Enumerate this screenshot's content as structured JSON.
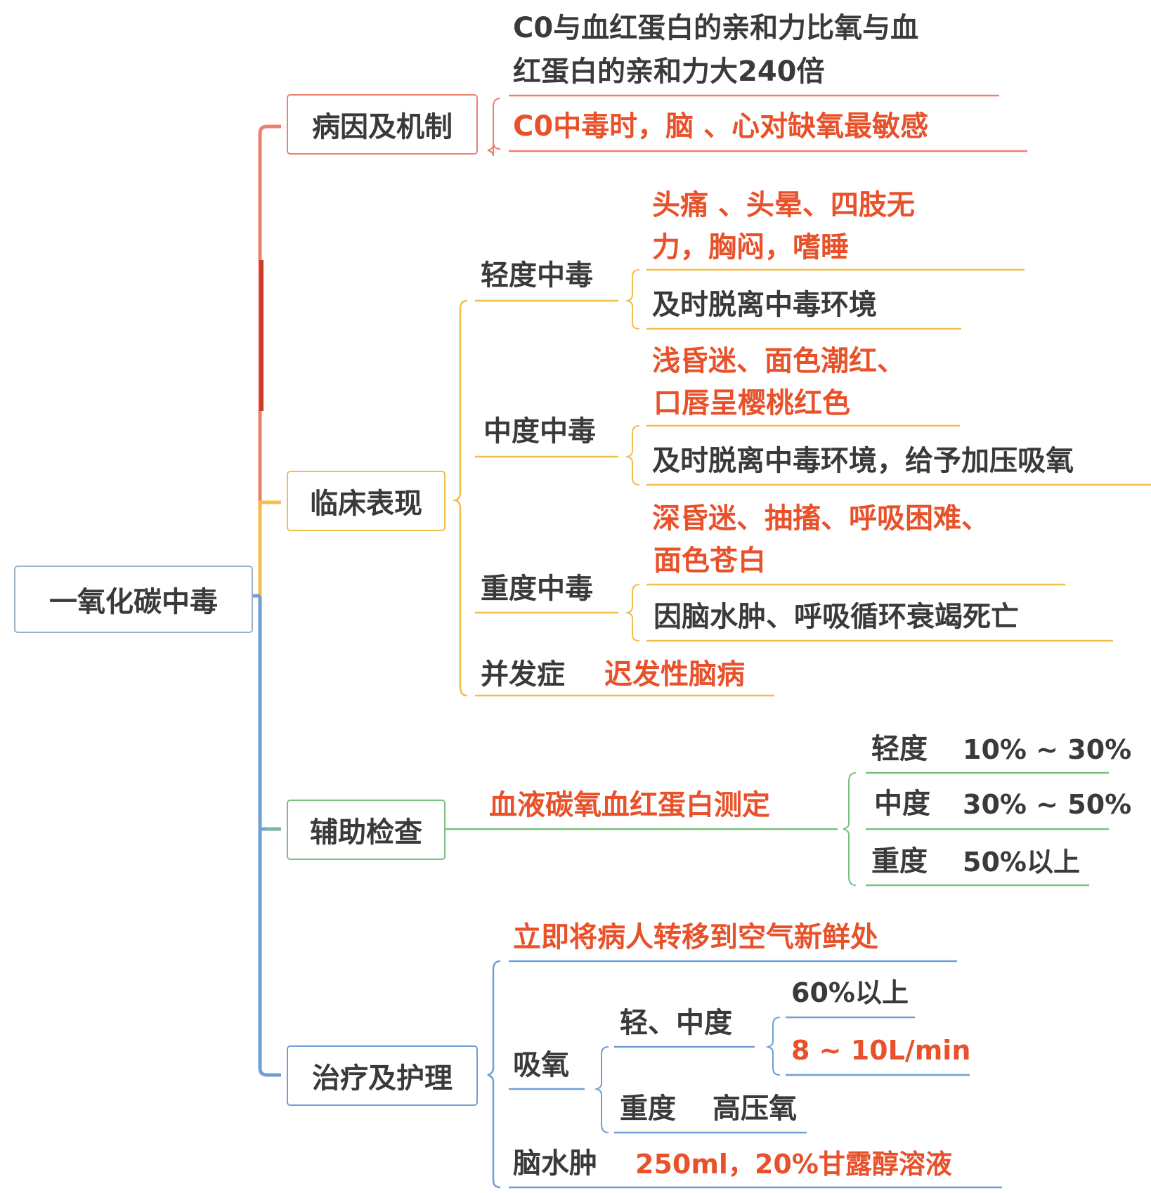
{
  "root": {
    "label": "一氧化碳中毒"
  },
  "colors": {
    "cause": "#ee8070",
    "clinical": "#f3bd4a",
    "exam": "#79c07f",
    "treatment": "#6f9fd6",
    "highlight": "#e8512a",
    "text": "#3a3a3a"
  },
  "cause": {
    "label": "病因及机制",
    "items": [
      {
        "line1": "C0与血红蛋白的亲和力比氧与血",
        "line2": "红蛋白的亲和力大240倍"
      },
      {
        "text": "C0中毒时，脑 、心对缺氧最敏感"
      }
    ]
  },
  "clinical": {
    "label": "临床表现",
    "mild": {
      "label": "轻度中毒",
      "symptom_line1": "头痛 、头晕、四肢无",
      "symptom_line2": "力，胸闷，嗜睡",
      "action": "及时脱离中毒环境"
    },
    "moderate": {
      "label": "中度中毒",
      "symptom_line1": "浅昏迷、面色潮红、",
      "symptom_line2": "口唇呈樱桃红色",
      "action": "及时脱离中毒环境，给予加压吸氧"
    },
    "severe": {
      "label": "重度中毒",
      "symptom_line1": "深昏迷、抽搐、呼吸困难、",
      "symptom_line2": "面色苍白",
      "outcome": "因脑水肿、呼吸循环衰竭死亡"
    },
    "complication": {
      "label": "并发症",
      "value": "迟发性脑病"
    }
  },
  "exam": {
    "label": "辅助检查",
    "test": "血液碳氧血红蛋白测定",
    "levels": [
      {
        "grade": "轻度",
        "range": "10% ~ 30%"
      },
      {
        "grade": "中度",
        "range": "30% ~ 50%"
      },
      {
        "grade": "重度",
        "range": "50%以上"
      }
    ]
  },
  "treatment": {
    "label": "治疗及护理",
    "first": "立即将病人转移到空气新鲜处",
    "oxygen": {
      "label": "吸氧",
      "mild_moderate": {
        "label": "轻、中度",
        "concentration": "60%以上",
        "flow": "8 ~ 10L/min"
      },
      "severe": {
        "label": "重度",
        "value": "高压氧"
      }
    },
    "cerebral_edema": {
      "label": "脑水肿",
      "value": "250ml，20%甘露醇溶液"
    }
  }
}
